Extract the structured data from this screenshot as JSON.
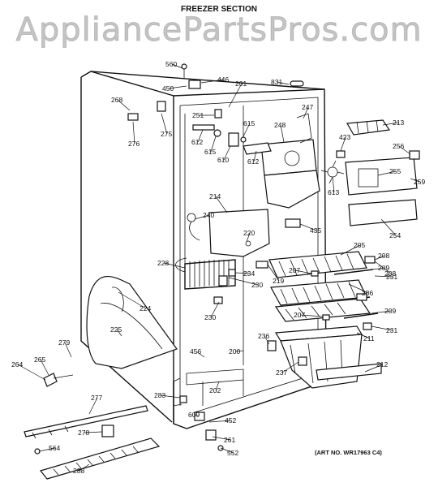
{
  "header": {
    "title": "FREEZER SECTION",
    "watermark": "AppliancePartsPros.com"
  },
  "footer": {
    "art_number": "(ART NO. WR17963 C4)"
  },
  "parts": [
    {
      "id": "p560",
      "label": "560"
    },
    {
      "id": "p446",
      "label": "446"
    },
    {
      "id": "p450",
      "label": "450"
    },
    {
      "id": "p201",
      "label": "201"
    },
    {
      "id": "p831",
      "label": "831"
    },
    {
      "id": "p268",
      "label": "268"
    },
    {
      "id": "p275",
      "label": "275"
    },
    {
      "id": "p276",
      "label": "276"
    },
    {
      "id": "p251",
      "label": "251"
    },
    {
      "id": "p615a",
      "label": "615"
    },
    {
      "id": "p615b",
      "label": "615"
    },
    {
      "id": "p612a",
      "label": "612"
    },
    {
      "id": "p612b",
      "label": "612"
    },
    {
      "id": "p610",
      "label": "610"
    },
    {
      "id": "p247",
      "label": "247"
    },
    {
      "id": "p248",
      "label": "248"
    },
    {
      "id": "p213",
      "label": "213"
    },
    {
      "id": "p423",
      "label": "423"
    },
    {
      "id": "p256",
      "label": "256"
    },
    {
      "id": "p255",
      "label": "255"
    },
    {
      "id": "p259",
      "label": "259"
    },
    {
      "id": "p613",
      "label": "613"
    },
    {
      "id": "p214",
      "label": "214"
    },
    {
      "id": "p240",
      "label": "240"
    },
    {
      "id": "p435",
      "label": "435"
    },
    {
      "id": "p254",
      "label": "254"
    },
    {
      "id": "p220",
      "label": "220"
    },
    {
      "id": "p205",
      "label": "205"
    },
    {
      "id": "p208a",
      "label": "208"
    },
    {
      "id": "p228",
      "label": "228"
    },
    {
      "id": "p207a",
      "label": "207"
    },
    {
      "id": "p209a",
      "label": "209"
    },
    {
      "id": "p231a",
      "label": "231"
    },
    {
      "id": "p234",
      "label": "234"
    },
    {
      "id": "p219",
      "label": "219"
    },
    {
      "id": "p230a",
      "label": "230"
    },
    {
      "id": "p206",
      "label": "206"
    },
    {
      "id": "p208b",
      "label": "208"
    },
    {
      "id": "p224",
      "label": "224"
    },
    {
      "id": "p207b",
      "label": "207"
    },
    {
      "id": "p209b",
      "label": "209"
    },
    {
      "id": "p230b",
      "label": "230"
    },
    {
      "id": "p225",
      "label": "225"
    },
    {
      "id": "p211",
      "label": "211"
    },
    {
      "id": "p231b",
      "label": "231"
    },
    {
      "id": "p236",
      "label": "236"
    },
    {
      "id": "p279",
      "label": "279"
    },
    {
      "id": "p456",
      "label": "456"
    },
    {
      "id": "p200",
      "label": "200"
    },
    {
      "id": "p212",
      "label": "212"
    },
    {
      "id": "p264",
      "label": "264"
    },
    {
      "id": "p265",
      "label": "265"
    },
    {
      "id": "p237",
      "label": "237"
    },
    {
      "id": "p202",
      "label": "202"
    },
    {
      "id": "p277",
      "label": "277"
    },
    {
      "id": "p283",
      "label": "283"
    },
    {
      "id": "p609",
      "label": "609"
    },
    {
      "id": "p452",
      "label": "452"
    },
    {
      "id": "p278",
      "label": "278"
    },
    {
      "id": "p261",
      "label": "261"
    },
    {
      "id": "p564",
      "label": "564"
    },
    {
      "id": "p552",
      "label": "552"
    },
    {
      "id": "p288",
      "label": "288"
    }
  ]
}
